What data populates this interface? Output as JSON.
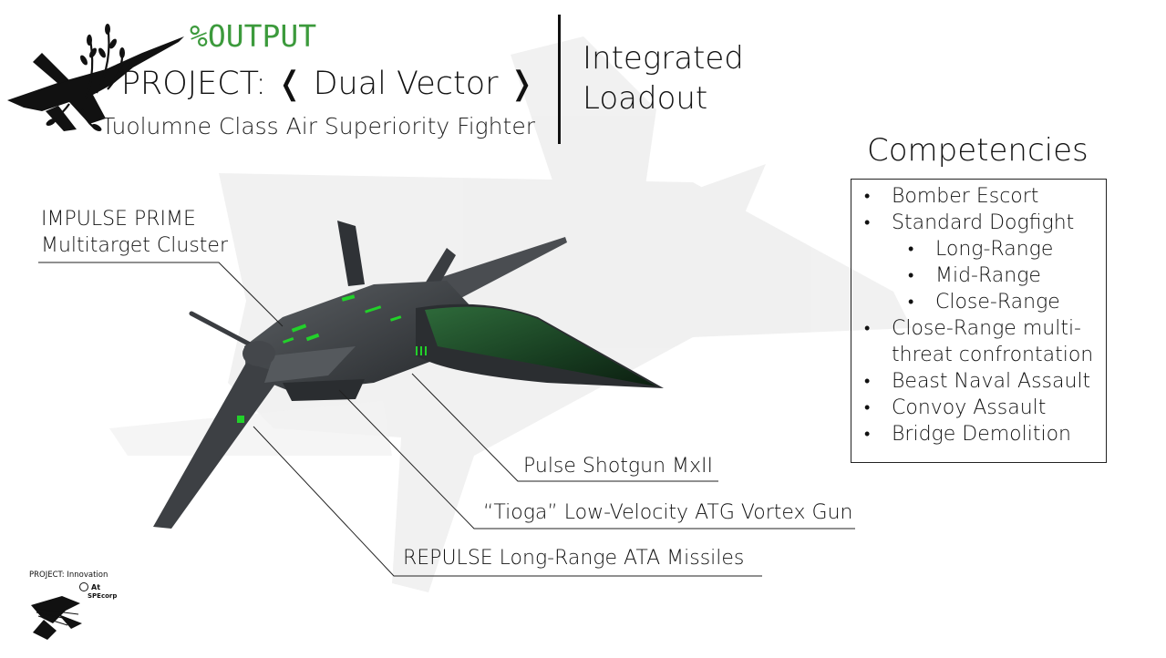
{
  "header": {
    "output_tag": "%OUTPUT",
    "project_title": "PROJECT: ❬ Dual Vector ❭",
    "project_subtitle": "Tuolumne Class Air Superiority Fighter",
    "loadout_line1": "Integrated",
    "loadout_line2": "Loadout"
  },
  "competencies": {
    "title": "Competencies",
    "items": [
      {
        "text": "Bomber Escort",
        "level": 1
      },
      {
        "text": "Standard Dogfight",
        "level": 1
      },
      {
        "text": "Long-Range",
        "level": 2
      },
      {
        "text": "Mid-Range",
        "level": 2
      },
      {
        "text": "Close-Range",
        "level": 2
      },
      {
        "text": "Close-Range multi-",
        "cont": "threat confrontation",
        "level": 1
      },
      {
        "text": "Beast Naval Assault",
        "level": 1
      },
      {
        "text": "Convoy Assault",
        "level": 1
      },
      {
        "text": "Bridge Demolition",
        "level": 1
      }
    ]
  },
  "callouts": {
    "impulse_line1": "IMPULSE PRIME",
    "impulse_line2": "Multitarget Cluster",
    "pulse": "Pulse Shotgun MxII",
    "tioga": "“Tioga” Low-Velocity ATG Vortex Gun",
    "repulse": "REPULSE Long-Range ATA Missiles"
  },
  "footer_logo": {
    "line1": "PROJECT: Innovation",
    "line2": "At",
    "line3": "SPEcorp"
  },
  "colors": {
    "output_green": "#3c9a3c",
    "accent_glow": "#22d12a",
    "hull": "#3a3d40",
    "canopy": "#1f4a2a"
  },
  "icons": {
    "top_logo": "jet-silhouette-with-branches-icon",
    "bottom_logo": "spe-corp-jet-logo-icon"
  }
}
